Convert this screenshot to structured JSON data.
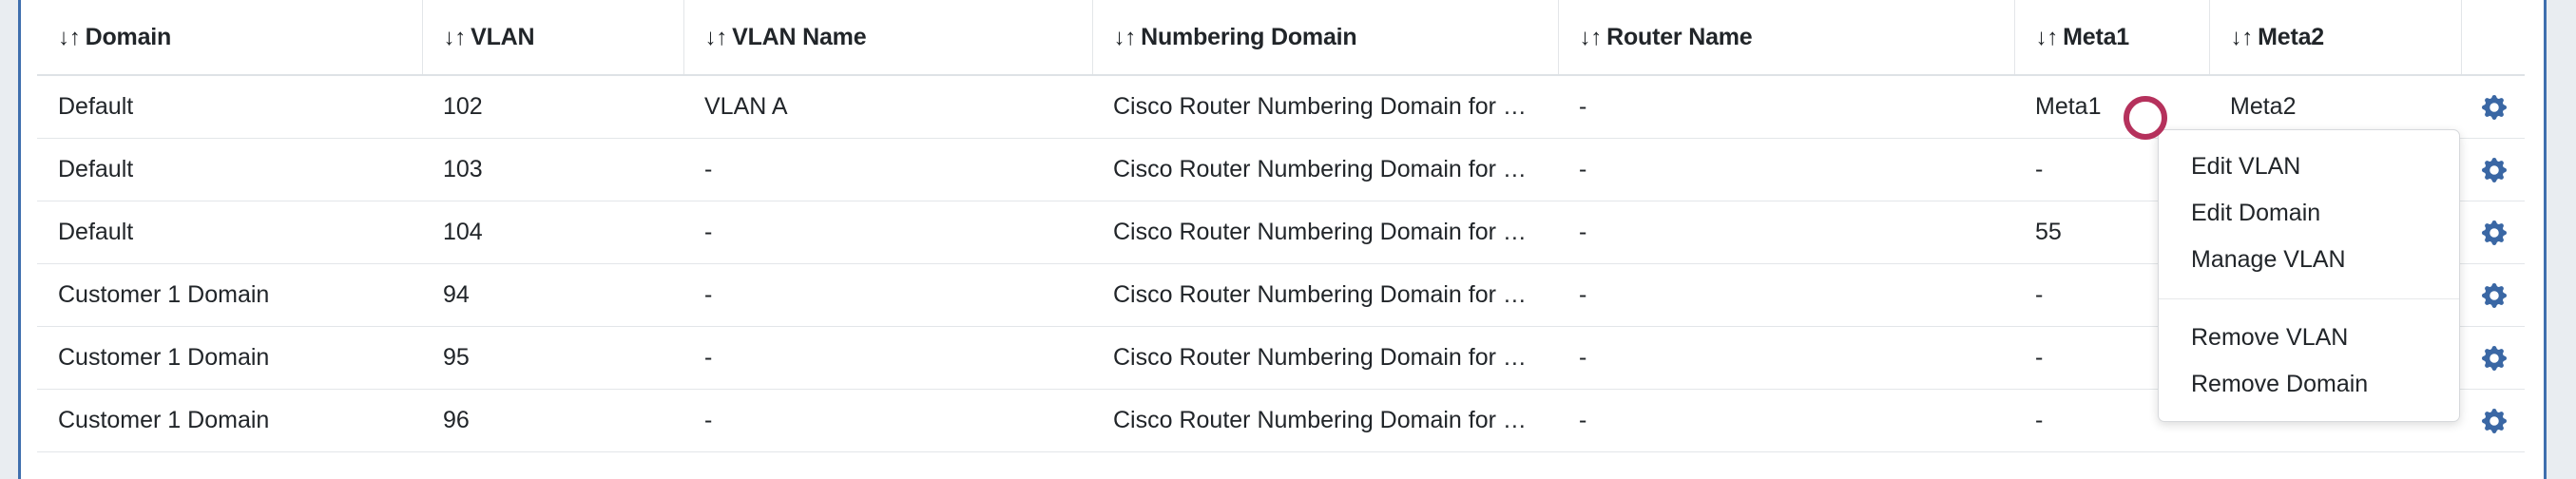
{
  "table": {
    "columns": [
      {
        "key": "domain",
        "label": "Domain",
        "sort_icon": "sort-icon",
        "sortable": true
      },
      {
        "key": "vlan",
        "label": "VLAN",
        "sort_icon": "sort-icon",
        "sortable": true
      },
      {
        "key": "vlan_name",
        "label": "VLAN Name",
        "sort_icon": "sort-icon",
        "sortable": true
      },
      {
        "key": "numbering_domain",
        "label": "Numbering Domain",
        "sort_icon": "sort-icon",
        "sortable": true
      },
      {
        "key": "router_name",
        "label": "Router Name",
        "sort_icon": "sort-icon",
        "sortable": true
      },
      {
        "key": "meta1",
        "label": "Meta1",
        "sort_icon": "sort-icon",
        "sortable": true
      },
      {
        "key": "meta2",
        "label": "Meta2",
        "sort_icon": "sort-icon",
        "sortable": true
      },
      {
        "key": "actions",
        "label": "",
        "sort_icon": "",
        "sortable": false
      }
    ],
    "sort_glyph": "↓↑",
    "rows": [
      {
        "domain": "Default",
        "vlan": "102",
        "vlan_name": "VLAN A",
        "numbering_domain": "Cisco Router Numbering Domain for …",
        "router_name": "-",
        "meta1": "Meta1",
        "meta2": "Meta2",
        "action_icon": "gear-icon"
      },
      {
        "domain": "Default",
        "vlan": "103",
        "vlan_name": "-",
        "numbering_domain": "Cisco Router Numbering Domain for …",
        "router_name": "-",
        "meta1": "-",
        "meta2": "",
        "action_icon": "gear-icon"
      },
      {
        "domain": "Default",
        "vlan": "104",
        "vlan_name": "-",
        "numbering_domain": "Cisco Router Numbering Domain for …",
        "router_name": "-",
        "meta1": "55",
        "meta2": "",
        "action_icon": "gear-icon"
      },
      {
        "domain": "Customer 1 Domain",
        "vlan": "94",
        "vlan_name": "-",
        "numbering_domain": "Cisco Router Numbering Domain for …",
        "router_name": "-",
        "meta1": "-",
        "meta2": "",
        "action_icon": "gear-icon"
      },
      {
        "domain": "Customer 1 Domain",
        "vlan": "95",
        "vlan_name": "-",
        "numbering_domain": "Cisco Router Numbering Domain for …",
        "router_name": "-",
        "meta1": "-",
        "meta2": "",
        "action_icon": "gear-icon"
      },
      {
        "domain": "Customer 1 Domain",
        "vlan": "96",
        "vlan_name": "-",
        "numbering_domain": "Cisco Router Numbering Domain for …",
        "router_name": "-",
        "meta1": "-",
        "meta2": "",
        "action_icon": "gear-icon"
      }
    ]
  },
  "context_menu": {
    "open": true,
    "groups": [
      {
        "items": [
          {
            "id": "edit-vlan",
            "label": "Edit VLAN"
          },
          {
            "id": "edit-domain",
            "label": "Edit Domain"
          },
          {
            "id": "manage-vlan",
            "label": "Manage VLAN"
          }
        ]
      },
      {
        "items": [
          {
            "id": "remove-vlan",
            "label": "Remove VLAN"
          },
          {
            "id": "remove-domain",
            "label": "Remove Domain"
          }
        ]
      }
    ]
  },
  "annotation": {
    "shape": "circle",
    "color": "#b5315c"
  },
  "colors": {
    "page_background": "#e9edf1",
    "panel_background": "#ffffff",
    "panel_border": "#3f6fae",
    "text": "#212529",
    "row_divider": "#e3e6e9",
    "header_divider": "#dee2e6",
    "gear": "#3a67a4",
    "annotation": "#b5315c"
  }
}
